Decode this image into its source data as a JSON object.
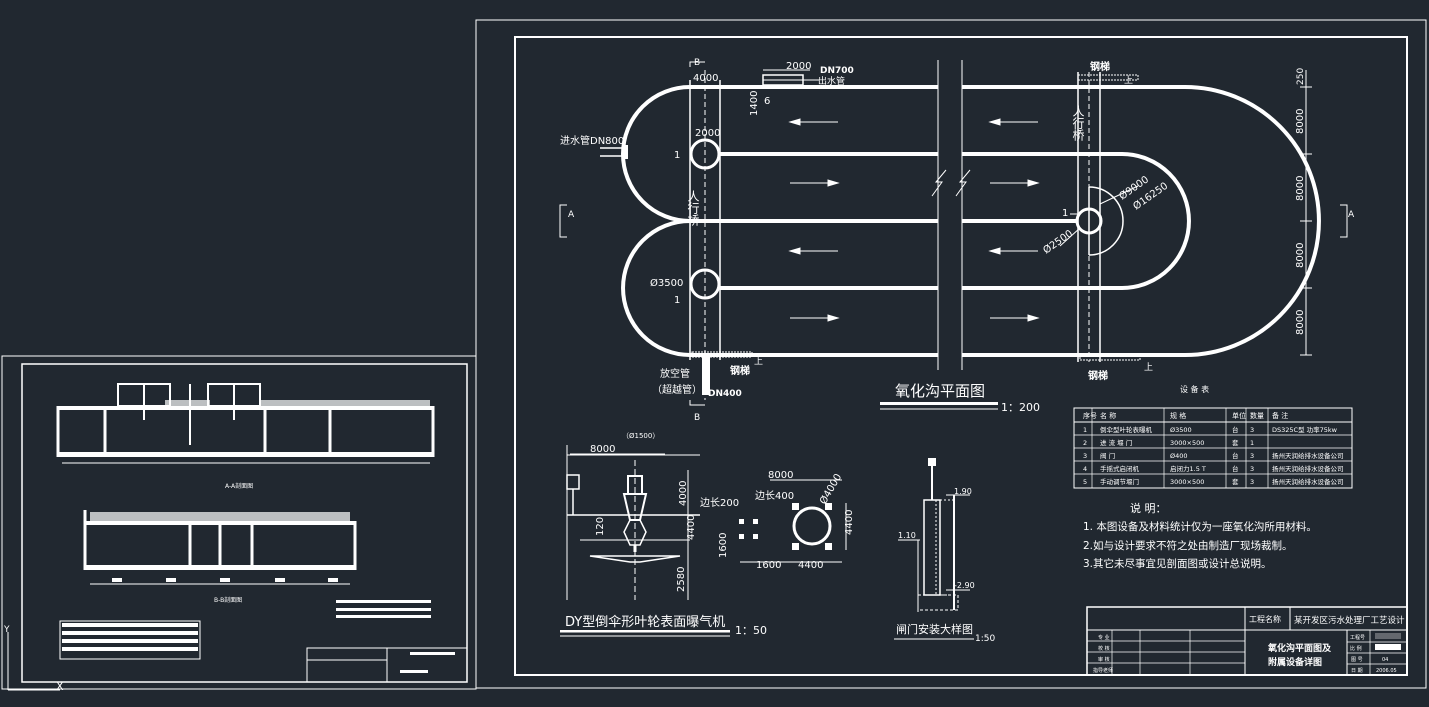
{
  "plan": {
    "title": "氧化沟平面图",
    "scale": "1：200",
    "section_b": "B",
    "section_a": "A",
    "dims": {
      "d4000": "4000",
      "d2000_top": "2000",
      "d1400": "1400",
      "d6": "6",
      "d2000_circle": "2000",
      "d3500": "Ø3500",
      "d250": "250",
      "d8000": "8000",
      "d8000_2": "8000",
      "d8000_3": "8000",
      "d8000_4": "8000",
      "d9000": "Ø9000",
      "d16250": "Ø16250",
      "d2500": "Ø2500",
      "label1": "1"
    },
    "labels": {
      "outlet": "DN700",
      "outlet_name": "出水管",
      "inlet": "进水管DN800",
      "bridge_left": "人行桥",
      "bridge_right": "人行桥",
      "ladder_top": "钢梯",
      "ladder_bot": "钢梯",
      "ladder_bot_left": "钢梯",
      "up": "上",
      "vent": "放空管",
      "vent_sub": "（超越管）",
      "vent_dn": "DN400"
    }
  },
  "equipment_table": {
    "title": "设    备    表",
    "headers": [
      "序号",
      "名  称",
      "规  格",
      "单位",
      "数量",
      "备  注"
    ],
    "rows": [
      [
        "1",
        "倒伞型叶轮表曝机",
        "Ø3500",
        "台",
        "3",
        "DS325C型 功率75kw"
      ],
      [
        "2",
        "进 流 堰 门",
        "3000×500",
        "套",
        "1",
        ""
      ],
      [
        "3",
        "阀      门",
        "Ø400",
        "台",
        "3",
        "扬州天润给排水设备公司"
      ],
      [
        "4",
        "手摇式启闭机",
        "启闭力1.5 T",
        "台",
        "3",
        "扬州天润给排水设备公司"
      ],
      [
        "5",
        "手动调节堰门",
        "3000×500",
        "套",
        "3",
        "扬州天润给排水设备公司"
      ]
    ]
  },
  "notes": {
    "title": "说      明：",
    "items": [
      "1. 本图设备及材料统计仅为一座氧化沟所用材料。",
      "2.如与设计要求不符之处由制造厂现场裁制。",
      "3.其它未尽事宜见剖面图或设计总说明。"
    ]
  },
  "aerator": {
    "title": "DY型倒伞形叶轮表面曝气机",
    "scale": "1：50",
    "dims": [
      "8000",
      "（Ø1500）",
      "4000",
      "4400",
      "120",
      "2580",
      "边长200",
      "边长400",
      "8000",
      "Ø4000",
      "4400",
      "1600",
      "1600",
      "4400"
    ]
  },
  "gate": {
    "title": "闸门安装大样图",
    "scale": "1:50",
    "levels": [
      "1.90",
      "1.10",
      "-2.90"
    ]
  },
  "title_block": {
    "project_label": "工程名称",
    "project": "某开发区污水处理厂工艺设计",
    "drawing": "氧化沟平面图及",
    "drawing2": "附属设备详图",
    "number_label": "图 号",
    "number": "04",
    "date_label": "日 期",
    "date": "2006.05",
    "roles": [
      "专 业",
      "校 核",
      "审 核",
      "指导老师"
    ],
    "right_labels": [
      "工程号",
      "比 例"
    ]
  },
  "left_sheet": {
    "section1": "A-A剖面图",
    "section2": "B-B剖面图"
  }
}
